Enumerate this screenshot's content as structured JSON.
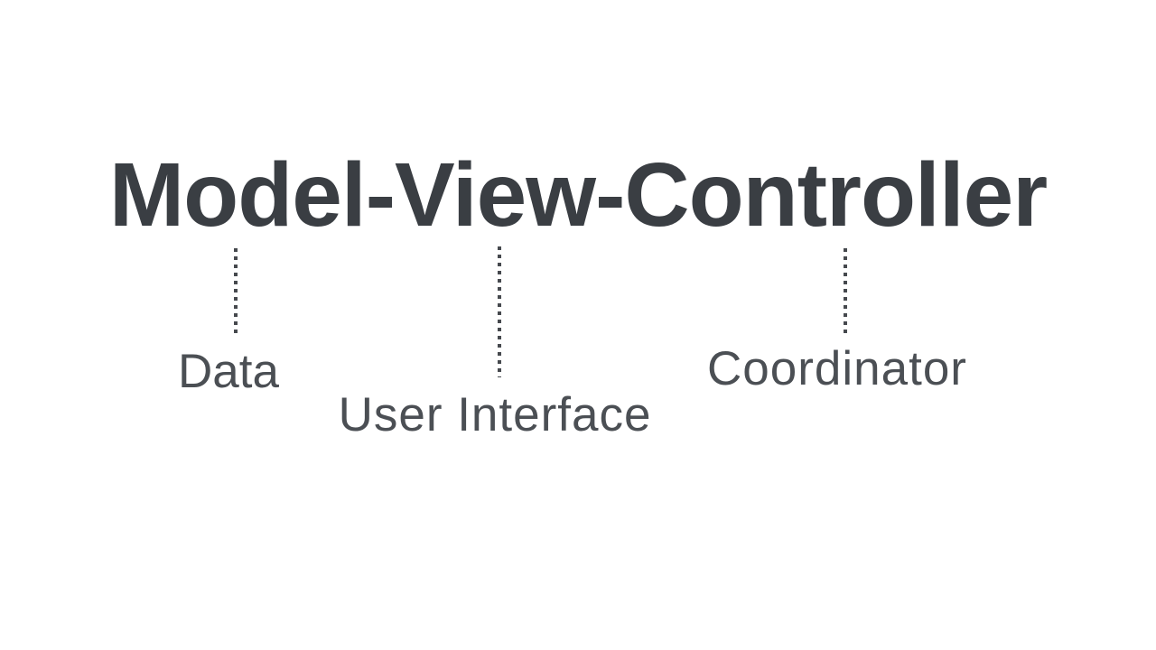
{
  "slide": {
    "title": "Model-View-Controller",
    "annotations": [
      {
        "term": "Model",
        "label": "Data"
      },
      {
        "term": "View",
        "label": "User Interface"
      },
      {
        "term": "Controller",
        "label": "Coordinator"
      }
    ],
    "connector_style": "dotted-vertical-line",
    "colors": {
      "background": "#ffffff",
      "title": "#3a3e43",
      "label": "#4b4f54",
      "connector": "#46494e"
    }
  }
}
